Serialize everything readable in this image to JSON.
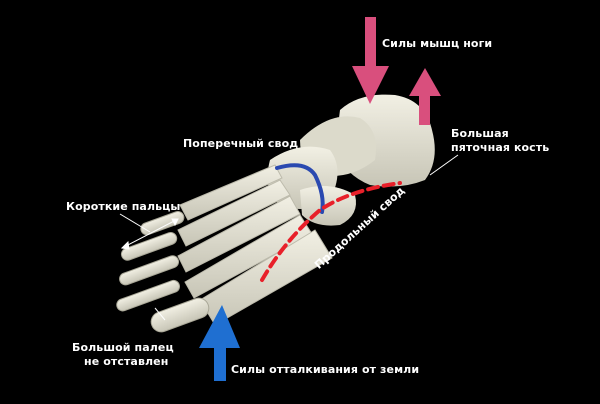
{
  "labels": {
    "muscle_forces": "Силы мышц ноги",
    "calcaneus_line1": "Большая",
    "calcaneus_line2": "пяточная кость",
    "transverse_arch": "Поперечный свод",
    "short_toes": "Короткие пальцы",
    "longitudinal_arch": "Продольный свод",
    "big_toe_line1": "Большой палец",
    "big_toe_line2": "не отставлен",
    "ground_forces": "Силы отталкивания от земли"
  },
  "colors": {
    "background": "#000000",
    "bone": "#e6e4d6",
    "bone_shadow": "#b9b7a8",
    "muscle_arrow": "#d94f7d",
    "ground_arrow": "#1f6fd1",
    "transverse_arch": "#2a49b0",
    "longitudinal_arch": "#e8202a",
    "text": "#ffffff"
  }
}
